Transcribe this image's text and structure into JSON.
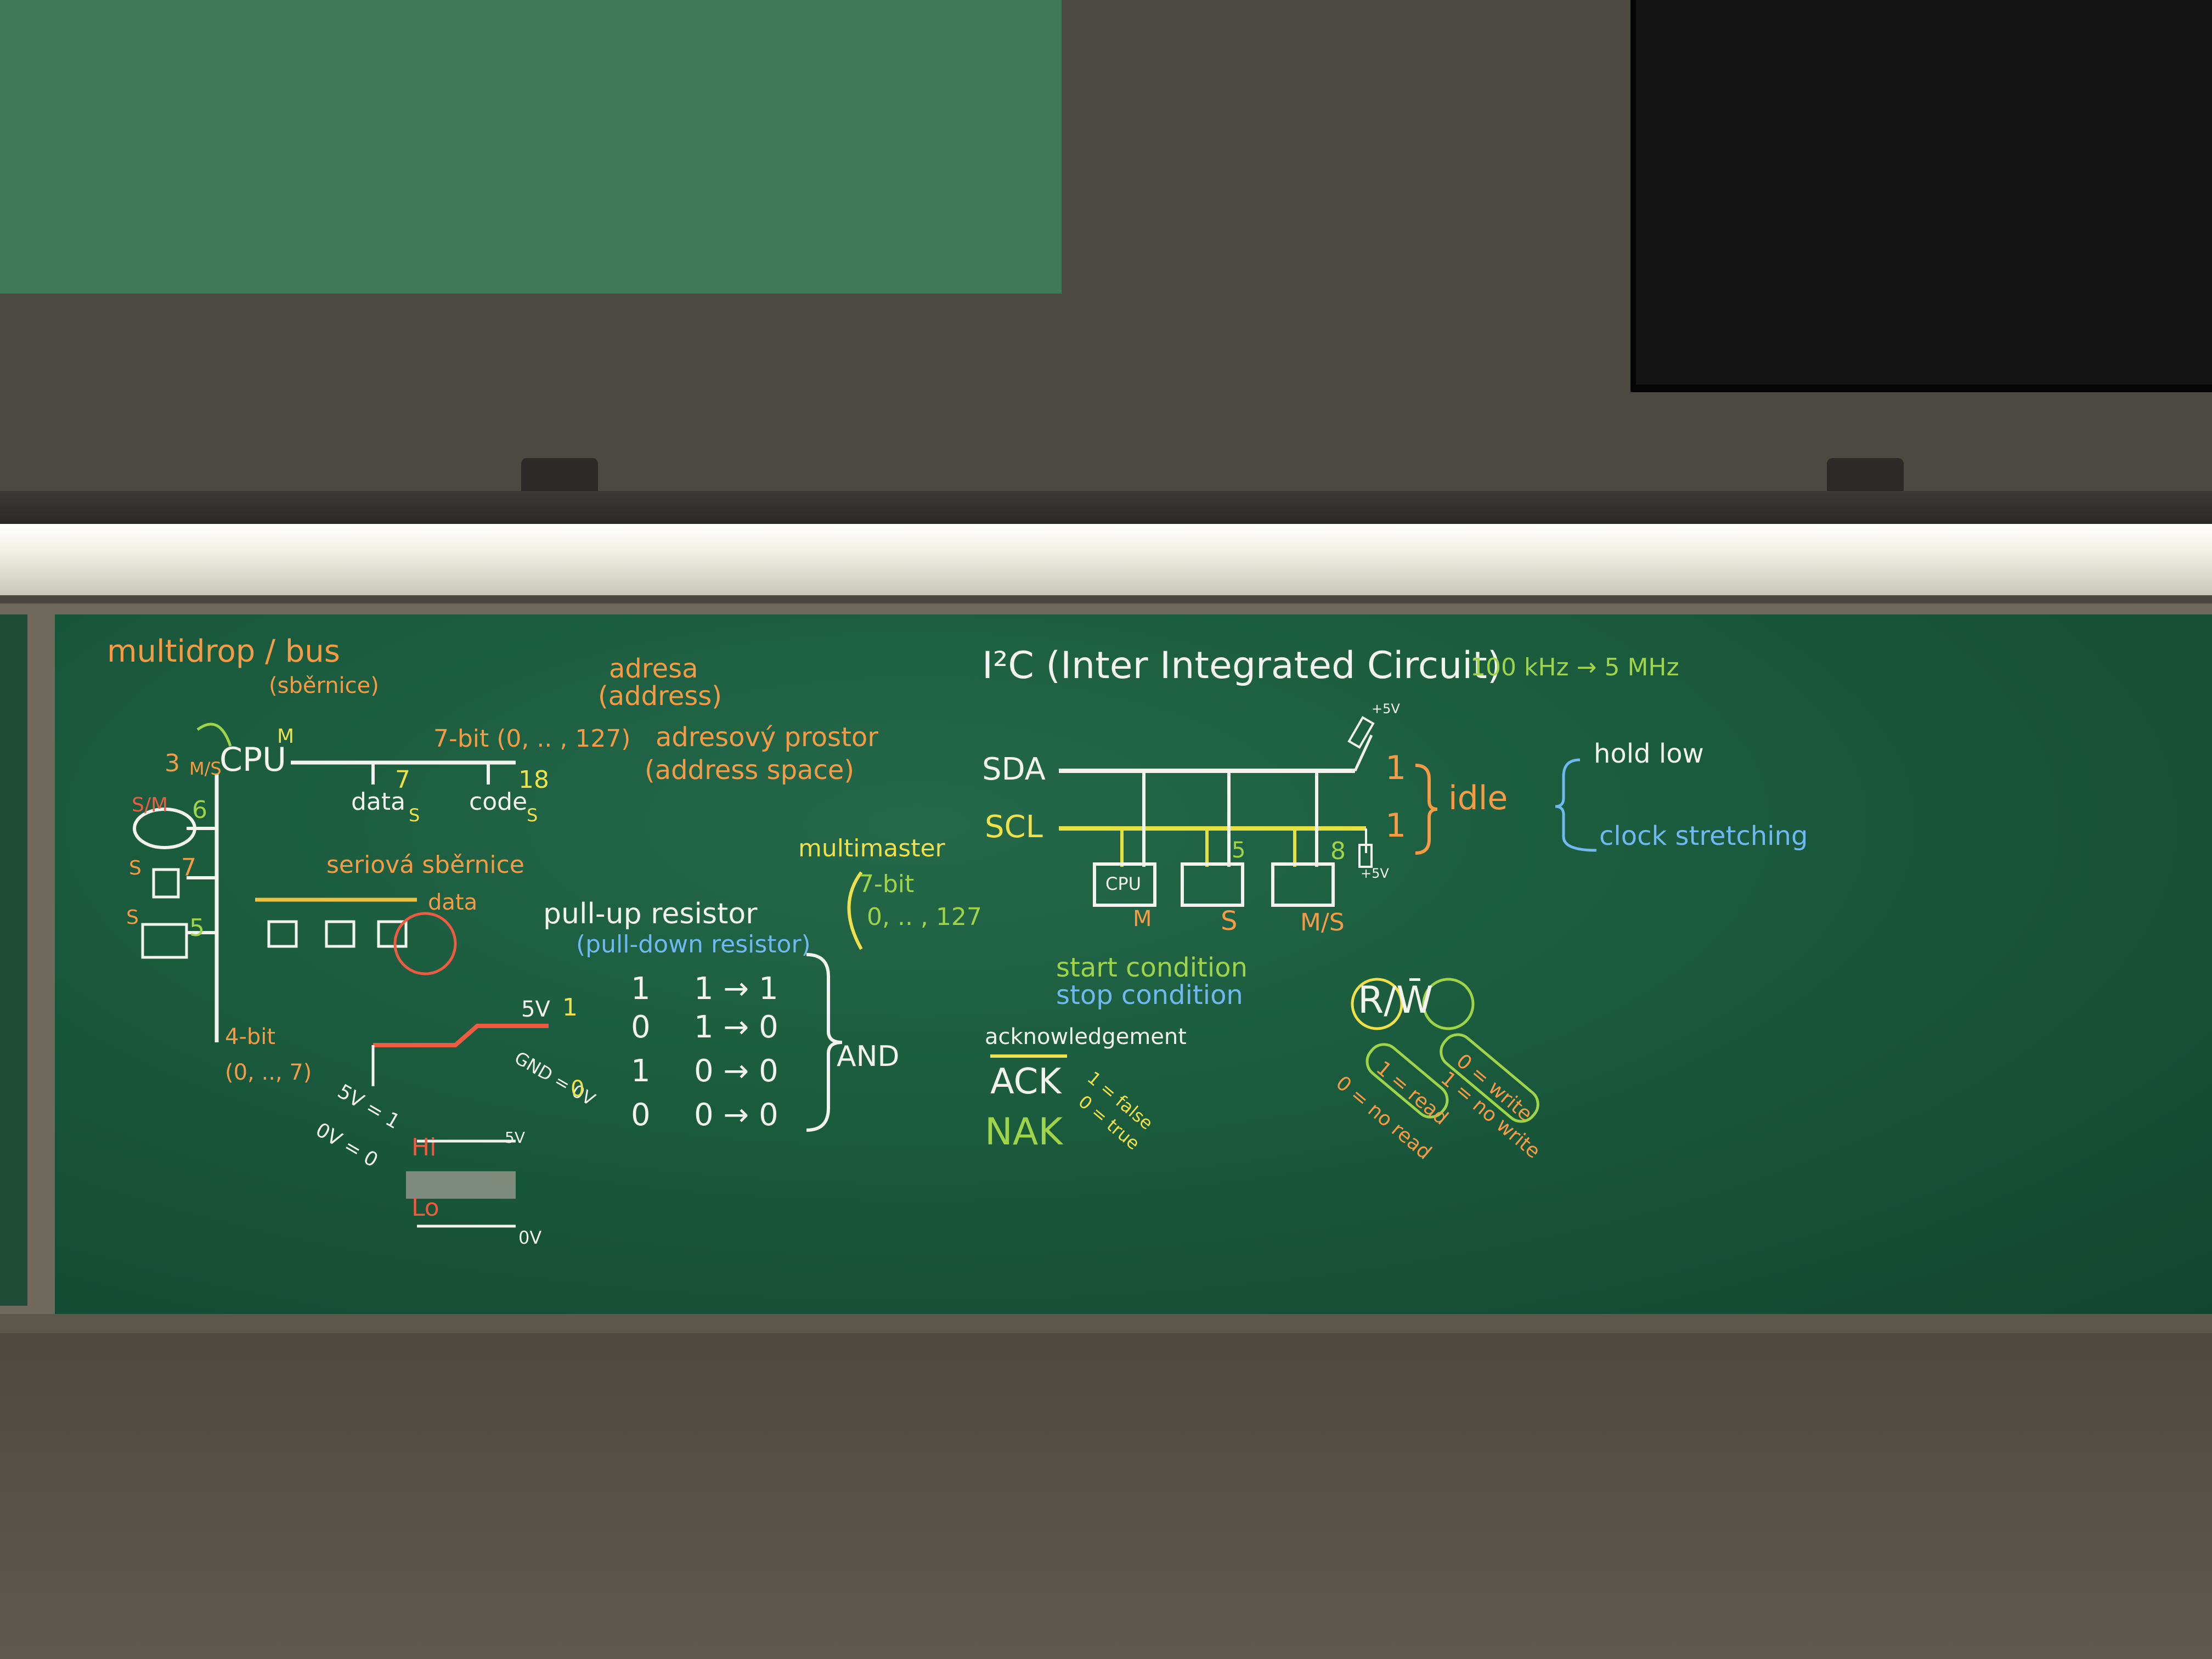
{
  "board": {
    "title_multidrop": "multidrop / bus",
    "sbernice": "(sběrnice)",
    "adresa": "adresa",
    "address": "(address)",
    "adresovy_prostor": "adresový prostor",
    "address_space": "(address space)",
    "cpu": "CPU",
    "cpu_m": "M",
    "three": "3",
    "ms": "M/S",
    "sm": "S/M",
    "six": "6",
    "s1": "S",
    "seven_left": "7",
    "s2": "S",
    "five_left": "5",
    "seven_bit": "7-bit (0, .. , 127)",
    "data_label": "data",
    "data_num": "7",
    "data_s": "S",
    "code_label": "code",
    "code_num": "18",
    "code_s": "S",
    "seriova": "seriová sběrnice",
    "data_serial": "data",
    "pullup": "pull-up resistor",
    "pulldown": "(pull-down resistor)",
    "multimaster": "multimaster",
    "mm_7bit": "7-bit",
    "mm_range": "0, .. , 127",
    "four_bit": "4-bit",
    "four_range": "(0, .., 7)",
    "fivev": "5V",
    "one_y": "1",
    "gnd": "GND = 0V",
    "zero_y": "0",
    "five_eq": "5V = 1",
    "zero_eq": "0V = 0",
    "five_small": "5V",
    "hi": "Hi",
    "lo": "Lo",
    "zero_v": "0V",
    "table_rows": [
      [
        "1",
        "1 → 1"
      ],
      [
        "0",
        "1 → 0"
      ],
      [
        "1",
        "0 → 0"
      ],
      [
        "0",
        "0 → 0"
      ]
    ],
    "and_label": "AND",
    "i2c_title": "I²C (Inter Integrated Circuit)",
    "freq": "100 kHz → 5 MHz",
    "plus5v_top": "+5V",
    "plus5v_bottom": "+5V",
    "sda": "SDA",
    "scl": "SCL",
    "sda_one": "1",
    "scl_one": "1",
    "idle": "idle",
    "hold_low": "hold low",
    "clock_stretching": "clock stretching",
    "dev_cpu": "CPU",
    "dev_m": "M",
    "dev_five": "5",
    "dev_s": "S",
    "dev_eight": "8",
    "dev_ms": "M/S",
    "start_condition": "start condition",
    "stop_condition": "stop condition",
    "acknowledgement": "acknowledgement",
    "ack": "ACK",
    "nak": "NAK",
    "one_false": "1 = false",
    "zero_true": "0 = true",
    "rw": "R/W̄",
    "one_read": "1 = read",
    "zero_noread": "0 = no read",
    "zero_write": "0 = write",
    "one_nowrite": "1 = no write"
  }
}
